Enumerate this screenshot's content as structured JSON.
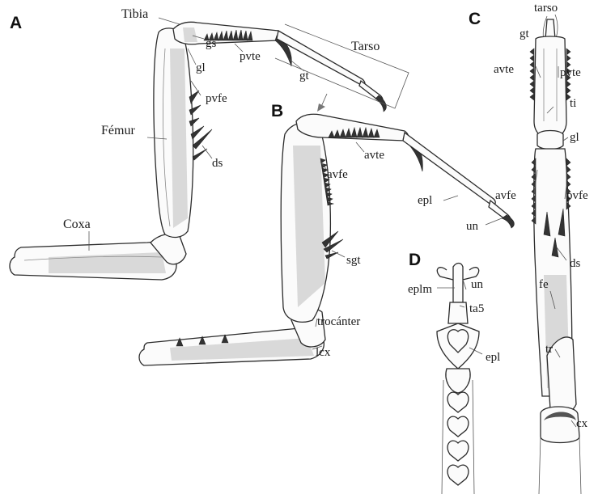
{
  "panels": {
    "A": "A",
    "B": "B",
    "C": "C",
    "D": "D"
  },
  "labels": {
    "A": {
      "tibia": "Tibia",
      "gs": "gs",
      "gl": "gl",
      "pvte": "pvte",
      "tarso": "Tarso",
      "gt": "gt",
      "pvfe": "pvfe",
      "femur": "Fémur",
      "ds": "ds",
      "coxa": "Coxa"
    },
    "B": {
      "avte": "avte",
      "avfe": "avfe",
      "epl": "epl",
      "un": "un",
      "sgt": "sgt",
      "trocanter": "trocánter",
      "lcx": "lcx"
    },
    "C": {
      "tarso": "tarso",
      "gt": "gt",
      "avte": "avte",
      "pvte": "pvte",
      "ti": "ti",
      "gl": "gl",
      "avfe": "avfe",
      "pvfe": "pvfe",
      "ds": "ds",
      "fe": "fe",
      "tr": "tr",
      "cx": "cx"
    },
    "D": {
      "un": "un",
      "eplm": "eplm",
      "ta5": "ta5",
      "epl": "epl"
    }
  }
}
